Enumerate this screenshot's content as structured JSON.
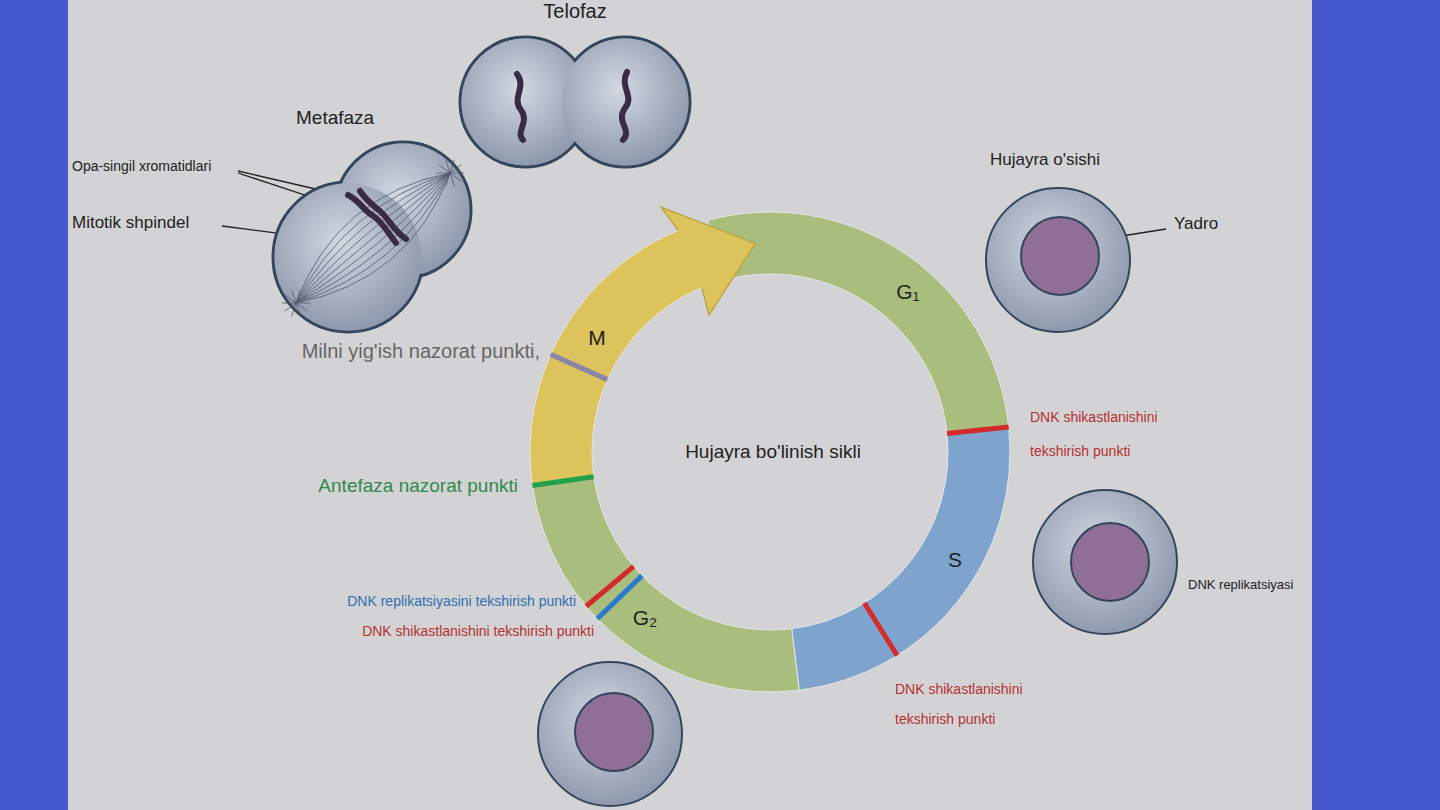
{
  "diagram": {
    "nodes": [
      {
        "text": [
          "Telofaz"
        ]
      },
      {
        "text": [
          "Metafaza"
        ]
      },
      {
        "text": [
          "Hujayra o'sishi"
        ]
      }
    ],
    "labels": [
      "G₁",
      "S",
      "G₂",
      "M",
      "Hujayra bo'linish sikli",
      "Milni yig'ish nazorat punkti,",
      "Antefaza nazorat punkti",
      "DNK shikastlanishini tekshirish punkti",
      "DNK shikastlanishini tekshirish punkti",
      "DNK replikatsiyasini tekshirish punkti",
      "DNK shikastlanishini tekshirish punkti",
      "Opa-singil xromatidlari",
      "Mitotik shpindel",
      "Yadro",
      "DNK replikatsiyasi"
    ]
  }
}
